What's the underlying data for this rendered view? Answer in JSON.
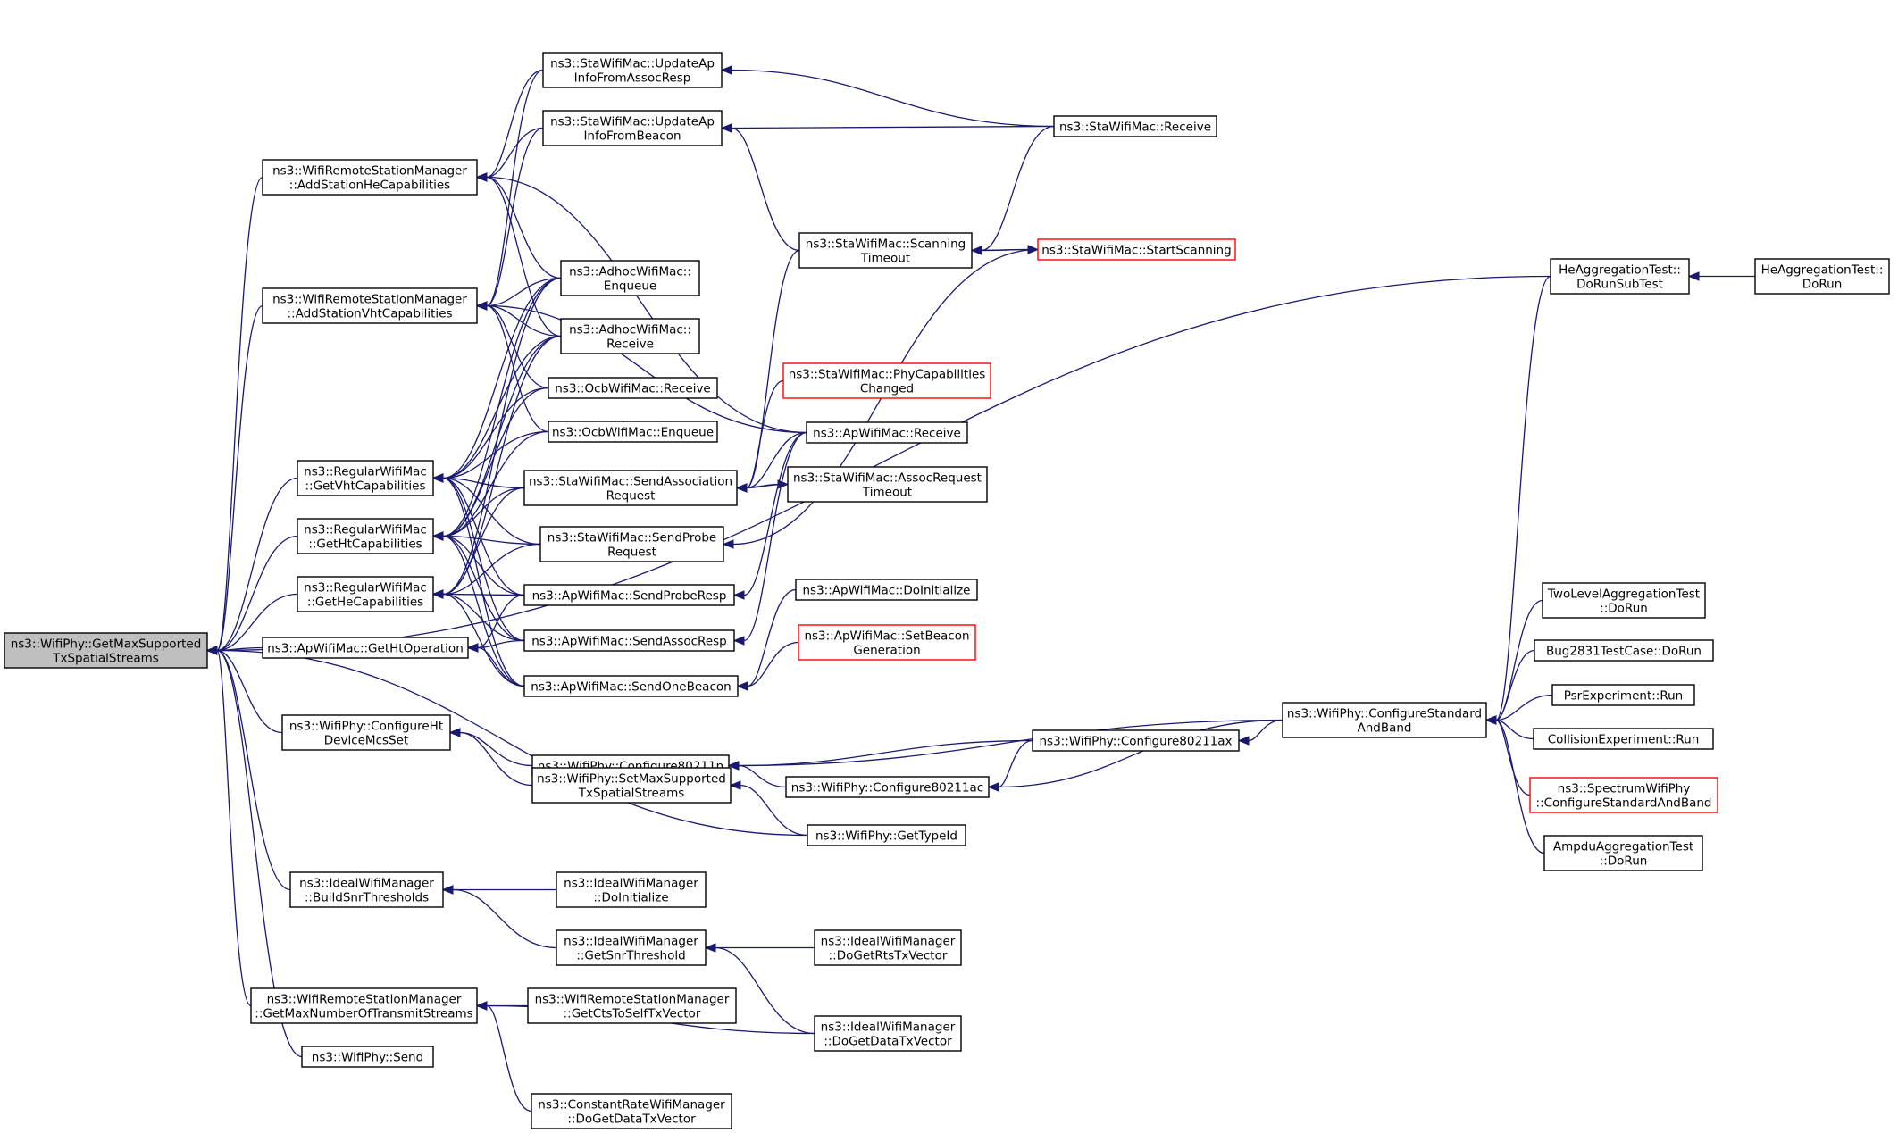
{
  "graph_title": "",
  "colors": {
    "edge": "#191970",
    "node_border": "#000000",
    "node_border_link_missing": "#ff0000",
    "root_fill": "#bfbfbf",
    "background": "#ffffff"
  },
  "nodes": [
    {
      "id": "root",
      "lines": [
        "ns3::WifiPhy::GetMaxSupported",
        "TxSpatialStreams"
      ],
      "style": "root"
    },
    {
      "id": "addHe",
      "lines": [
        "ns3::WifiRemoteStationManager",
        "::AddStationHeCapabilities"
      ]
    },
    {
      "id": "addVht",
      "lines": [
        "ns3::WifiRemoteStationManager",
        "::AddStationVhtCapabilities"
      ]
    },
    {
      "id": "getVht",
      "lines": [
        "ns3::RegularWifiMac",
        "::GetVhtCapabilities"
      ]
    },
    {
      "id": "getHt",
      "lines": [
        "ns3::RegularWifiMac",
        "::GetHtCapabilities"
      ]
    },
    {
      "id": "getHe",
      "lines": [
        "ns3::RegularWifiMac",
        "::GetHeCapabilities"
      ]
    },
    {
      "id": "getHtOp",
      "lines": [
        "ns3::ApWifiMac::GetHtOperation"
      ]
    },
    {
      "id": "cfgHtMcs",
      "lines": [
        "ns3::WifiPhy::ConfigureHt",
        "DeviceMcsSet"
      ]
    },
    {
      "id": "buildSnr",
      "lines": [
        "ns3::IdealWifiManager",
        "::BuildSnrThresholds"
      ]
    },
    {
      "id": "getMaxNum",
      "lines": [
        "ns3::WifiRemoteStationManager",
        "::GetMaxNumberOfTransmitStreams"
      ]
    },
    {
      "id": "phySend",
      "lines": [
        "ns3::WifiPhy::Send"
      ]
    },
    {
      "id": "updAssoc",
      "lines": [
        "ns3::StaWifiMac::UpdateAp",
        "InfoFromAssocResp"
      ]
    },
    {
      "id": "updBeacon",
      "lines": [
        "ns3::StaWifiMac::UpdateAp",
        "InfoFromBeacon"
      ]
    },
    {
      "id": "adhocEnq",
      "lines": [
        "ns3::AdhocWifiMac::",
        "Enqueue"
      ]
    },
    {
      "id": "adhocRecv",
      "lines": [
        "ns3::AdhocWifiMac::",
        "Receive"
      ]
    },
    {
      "id": "ocbRecv",
      "lines": [
        "ns3::OcbWifiMac::Receive"
      ]
    },
    {
      "id": "ocbEnq",
      "lines": [
        "ns3::OcbWifiMac::Enqueue"
      ]
    },
    {
      "id": "sendAssocReq",
      "lines": [
        "ns3::StaWifiMac::SendAssociation",
        "Request"
      ]
    },
    {
      "id": "sendProbeReq",
      "lines": [
        "ns3::StaWifiMac::SendProbe",
        "Request"
      ]
    },
    {
      "id": "sendProbeResp",
      "lines": [
        "ns3::ApWifiMac::SendProbeResp"
      ]
    },
    {
      "id": "sendAssocResp",
      "lines": [
        "ns3::ApWifiMac::SendAssocResp"
      ]
    },
    {
      "id": "sendBeacon",
      "lines": [
        "ns3::ApWifiMac::SendOneBeacon"
      ]
    },
    {
      "id": "cfg11n",
      "lines": [
        "ns3::WifiPhy::Configure80211n"
      ]
    },
    {
      "id": "setMaxTx",
      "lines": [
        "ns3::WifiPhy::SetMaxSupported",
        "TxSpatialStreams"
      ]
    },
    {
      "id": "idealInit",
      "lines": [
        "ns3::IdealWifiManager",
        "::DoInitialize"
      ]
    },
    {
      "id": "idealSnr",
      "lines": [
        "ns3::IdealWifiManager",
        "::GetSnrThreshold"
      ]
    },
    {
      "id": "ctsToSelf",
      "lines": [
        "ns3::WifiRemoteStationManager",
        "::GetCtsToSelfTxVector"
      ]
    },
    {
      "id": "constRate",
      "lines": [
        "ns3::ConstantRateWifiManager",
        "::DoGetDataTxVector"
      ]
    },
    {
      "id": "staRecv",
      "lines": [
        "ns3::StaWifiMac::Receive"
      ]
    },
    {
      "id": "scanTimeout",
      "lines": [
        "ns3::StaWifiMac::Scanning",
        "Timeout"
      ]
    },
    {
      "id": "startScan",
      "lines": [
        "ns3::StaWifiMac::StartScanning"
      ],
      "style": "red"
    },
    {
      "id": "phyCap",
      "lines": [
        "ns3::StaWifiMac::PhyCapabilities",
        "Changed"
      ],
      "style": "red"
    },
    {
      "id": "apRecv",
      "lines": [
        "ns3::ApWifiMac::Receive"
      ]
    },
    {
      "id": "assocTimeout",
      "lines": [
        "ns3::StaWifiMac::AssocRequest",
        "Timeout"
      ]
    },
    {
      "id": "apInit",
      "lines": [
        "ns3::ApWifiMac::DoInitialize"
      ]
    },
    {
      "id": "setBeacon",
      "lines": [
        "ns3::ApWifiMac::SetBeacon",
        "Generation"
      ],
      "style": "red"
    },
    {
      "id": "cfg11ax",
      "lines": [
        "ns3::WifiPhy::Configure80211ax"
      ]
    },
    {
      "id": "cfg11ac",
      "lines": [
        "ns3::WifiPhy::Configure80211ac"
      ]
    },
    {
      "id": "getTypeId",
      "lines": [
        "ns3::WifiPhy::GetTypeId"
      ]
    },
    {
      "id": "rtsTx",
      "lines": [
        "ns3::IdealWifiManager",
        "::DoGetRtsTxVector"
      ]
    },
    {
      "id": "dataTx",
      "lines": [
        "ns3::IdealWifiManager",
        "::DoGetDataTxVector"
      ]
    },
    {
      "id": "cfgStd",
      "lines": [
        "ns3::WifiPhy::ConfigureStandard",
        "AndBand"
      ]
    },
    {
      "id": "heSub",
      "lines": [
        "HeAggregationTest::",
        "DoRunSubTest"
      ]
    },
    {
      "id": "heRun",
      "lines": [
        "HeAggregationTest::",
        "DoRun"
      ]
    },
    {
      "id": "twoLevel",
      "lines": [
        "TwoLevelAggregationTest",
        "::DoRun"
      ]
    },
    {
      "id": "bug2831",
      "lines": [
        "Bug2831TestCase::DoRun"
      ]
    },
    {
      "id": "psr",
      "lines": [
        "PsrExperiment::Run"
      ]
    },
    {
      "id": "collision",
      "lines": [
        "CollisionExperiment::Run"
      ]
    },
    {
      "id": "spectrum",
      "lines": [
        "ns3::SpectrumWifiPhy",
        "::ConfigureStandardAndBand"
      ],
      "style": "red"
    },
    {
      "id": "ampdu",
      "lines": [
        "AmpduAggregationTest",
        "::DoRun"
      ]
    }
  ],
  "edges": [
    [
      "addHe",
      "root"
    ],
    [
      "addVht",
      "root"
    ],
    [
      "getVht",
      "root"
    ],
    [
      "getHt",
      "root"
    ],
    [
      "getHe",
      "root"
    ],
    [
      "getHtOp",
      "root"
    ],
    [
      "cfgHtMcs",
      "root"
    ],
    [
      "buildSnr",
      "root"
    ],
    [
      "getMaxNum",
      "root"
    ],
    [
      "phySend",
      "root"
    ],
    [
      "heSub",
      "root"
    ],
    [
      "getTypeId",
      "root"
    ],
    [
      "updAssoc",
      "addHe"
    ],
    [
      "updBeacon",
      "addHe"
    ],
    [
      "adhocEnq",
      "addHe"
    ],
    [
      "adhocRecv",
      "addHe"
    ],
    [
      "apRecv",
      "addHe"
    ],
    [
      "updAssoc",
      "addVht"
    ],
    [
      "updBeacon",
      "addVht"
    ],
    [
      "adhocEnq",
      "addVht"
    ],
    [
      "adhocRecv",
      "addVht"
    ],
    [
      "ocbRecv",
      "addVht"
    ],
    [
      "ocbEnq",
      "addVht"
    ],
    [
      "apRecv",
      "addVht"
    ],
    [
      "adhocEnq",
      "getVht"
    ],
    [
      "adhocRecv",
      "getVht"
    ],
    [
      "ocbRecv",
      "getVht"
    ],
    [
      "ocbEnq",
      "getVht"
    ],
    [
      "sendAssocReq",
      "getVht"
    ],
    [
      "sendProbeReq",
      "getVht"
    ],
    [
      "sendProbeResp",
      "getVht"
    ],
    [
      "sendAssocResp",
      "getVht"
    ],
    [
      "sendBeacon",
      "getVht"
    ],
    [
      "adhocEnq",
      "getHt"
    ],
    [
      "adhocRecv",
      "getHt"
    ],
    [
      "ocbRecv",
      "getHt"
    ],
    [
      "ocbEnq",
      "getHt"
    ],
    [
      "sendAssocReq",
      "getHt"
    ],
    [
      "sendProbeReq",
      "getHt"
    ],
    [
      "sendProbeResp",
      "getHt"
    ],
    [
      "sendAssocResp",
      "getHt"
    ],
    [
      "sendBeacon",
      "getHt"
    ],
    [
      "adhocEnq",
      "getHe"
    ],
    [
      "adhocRecv",
      "getHe"
    ],
    [
      "sendAssocReq",
      "getHe"
    ],
    [
      "sendProbeReq",
      "getHe"
    ],
    [
      "sendProbeResp",
      "getHe"
    ],
    [
      "sendAssocResp",
      "getHe"
    ],
    [
      "sendBeacon",
      "getHe"
    ],
    [
      "sendProbeResp",
      "getHtOp"
    ],
    [
      "sendAssocResp",
      "getHtOp"
    ],
    [
      "sendBeacon",
      "getHtOp"
    ],
    [
      "cfg11n",
      "cfgHtMcs"
    ],
    [
      "setMaxTx",
      "cfgHtMcs"
    ],
    [
      "idealInit",
      "buildSnr"
    ],
    [
      "idealSnr",
      "buildSnr"
    ],
    [
      "ctsToSelf",
      "getMaxNum"
    ],
    [
      "dataTx",
      "getMaxNum"
    ],
    [
      "constRate",
      "getMaxNum"
    ],
    [
      "staRecv",
      "updAssoc"
    ],
    [
      "staRecv",
      "updBeacon"
    ],
    [
      "scanTimeout",
      "updBeacon"
    ],
    [
      "scanTimeout",
      "sendAssocReq"
    ],
    [
      "phyCap",
      "sendAssocReq"
    ],
    [
      "apRecv",
      "sendAssocReq"
    ],
    [
      "assocTimeout",
      "sendAssocReq"
    ],
    [
      "startScan",
      "sendProbeReq"
    ],
    [
      "apRecv",
      "sendProbeResp"
    ],
    [
      "apRecv",
      "sendAssocResp"
    ],
    [
      "apInit",
      "sendBeacon"
    ],
    [
      "setBeacon",
      "sendBeacon"
    ],
    [
      "staRecv",
      "scanTimeout"
    ],
    [
      "startScan",
      "scanTimeout"
    ],
    [
      "scanTimeout",
      "startScan"
    ],
    [
      "sendAssocReq",
      "assocTimeout"
    ],
    [
      "cfgStd",
      "cfg11n"
    ],
    [
      "cfg11ax",
      "cfg11n"
    ],
    [
      "cfg11ac",
      "cfg11n"
    ],
    [
      "cfg11ax",
      "cfg11ac"
    ],
    [
      "cfgStd",
      "cfg11ac"
    ],
    [
      "cfgStd",
      "cfg11ax"
    ],
    [
      "getTypeId",
      "setMaxTx"
    ],
    [
      "rtsTx",
      "idealSnr"
    ],
    [
      "dataTx",
      "idealSnr"
    ],
    [
      "heSub",
      "cfgStd"
    ],
    [
      "twoLevel",
      "cfgStd"
    ],
    [
      "bug2831",
      "cfgStd"
    ],
    [
      "psr",
      "cfgStd"
    ],
    [
      "collision",
      "cfgStd"
    ],
    [
      "spectrum",
      "cfgStd"
    ],
    [
      "ampdu",
      "cfgStd"
    ],
    [
      "heRun",
      "heSub"
    ]
  ]
}
